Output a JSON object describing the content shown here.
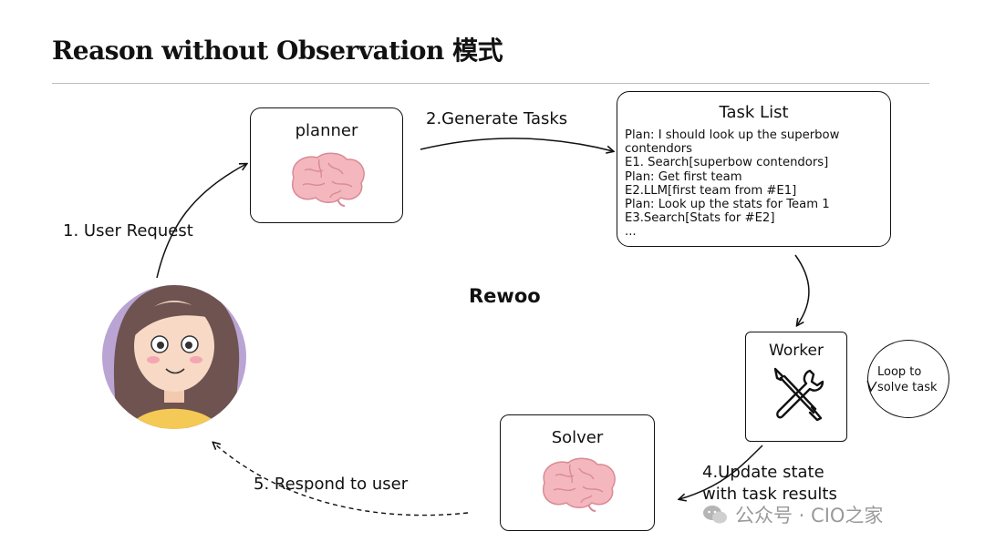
{
  "title": "Reason without Observation 模式",
  "center_label": "Rewoo",
  "nodes": {
    "planner": {
      "label": "planner",
      "icon": "brain-icon"
    },
    "task_list": {
      "label": "Task List",
      "lines": [
        "Plan: I should look up the superbow",
        "contendors",
        "E1. Search[superbow contendors]",
        "Plan: Get first team",
        "E2.LLM[first team from #E1]",
        "Plan: Look up the stats for Team 1",
        "E3.Search[Stats for #E2]",
        "..."
      ]
    },
    "worker": {
      "label": "Worker",
      "icon": "wrench-screwdriver-icon"
    },
    "solver": {
      "label": "Solver",
      "icon": "brain-icon"
    },
    "user": {
      "icon": "user-avatar-icon"
    }
  },
  "edges": {
    "user_request": "1. User Request",
    "generate_tasks": "2.Generate Tasks",
    "update_state_line1": "4.Update state",
    "update_state_line2": "with task results",
    "respond_to_user": "5. Respond to user",
    "loop_line1": "Loop to",
    "loop_line2": "solve task"
  },
  "watermark": "公众号 · CIO之家",
  "colors": {
    "brain": "#f4b7be",
    "brain_stroke": "#d98a95",
    "avatar_bg": "#b9a4d4",
    "hair": "#6e5350",
    "skin": "#f8d9c6",
    "shirt": "#f5c955"
  }
}
